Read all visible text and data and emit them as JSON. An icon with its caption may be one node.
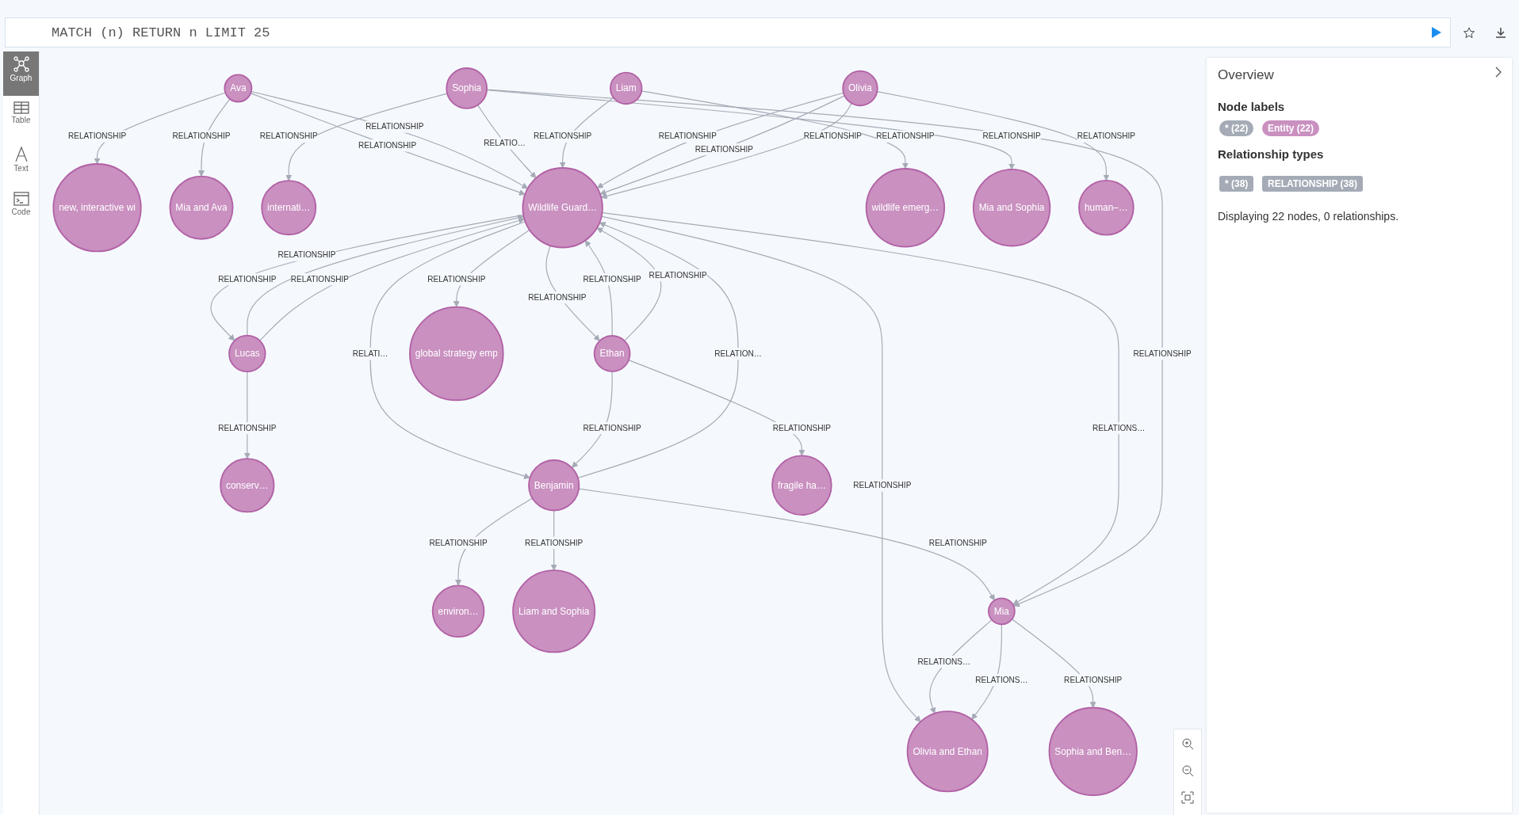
{
  "diagram": {
    "nodes": [
      {
        "text": [
          "new, interactive wi"
        ]
      },
      {
        "text": [
          "conserv…"
        ]
      },
      {
        "text": [
          "environ…"
        ]
      },
      {
        "text": [
          "Ava"
        ]
      },
      {
        "text": [
          "Mia and Ava"
        ]
      },
      {
        "text": [
          "Lucas"
        ]
      },
      {
        "text": [
          "Benjamin"
        ]
      },
      {
        "text": [
          "Liam and Sophia"
        ]
      },
      {
        "text": [
          "internati…"
        ]
      },
      {
        "text": [
          "Olivia and Ethan"
        ]
      },
      {
        "text": [
          "Wildlife Guard…"
        ]
      },
      {
        "text": [
          "Sophia"
        ]
      },
      {
        "text": [
          "Liam"
        ]
      },
      {
        "text": [
          "wildlife emerg…"
        ]
      },
      {
        "text": [
          "Mia"
        ]
      },
      {
        "text": [
          "Ethan"
        ]
      },
      {
        "text": [
          "Mia and Sophia"
        ]
      },
      {
        "text": [
          "global strategy emp"
        ]
      },
      {
        "text": [
          "Sophia and Ben…"
        ]
      },
      {
        "text": [
          "Olivia"
        ]
      },
      {
        "text": [
          "fragile ha…"
        ]
      },
      {
        "text": [
          "human–…"
        ]
      }
    ],
    "edges": [
      {
        "from": 3,
        "to": 0,
        "arrow": "to",
        "label": "RELATIONSHIP"
      },
      {
        "from": 5,
        "to": 1,
        "arrow": "to",
        "label": "RELATIONSHIP"
      },
      {
        "from": 3,
        "to": 4,
        "arrow": "to",
        "label": "RELATIONSHIP"
      },
      {
        "from": 6,
        "to": 2,
        "arrow": "to",
        "label": "RELATIONSHIP"
      },
      {
        "from": 3,
        "to": 10,
        "arrow": "to",
        "label": "RELATIONSHIP"
      },
      {
        "from": 3,
        "to": 10,
        "arrow": "to",
        "label": "RELATIONSHIP"
      },
      {
        "from": 10,
        "to": 5,
        "arrow": "to",
        "label": "RELATIONSHIP"
      },
      {
        "from": 5,
        "to": 10,
        "arrow": "to",
        "label": "RELATIONSHIP"
      },
      {
        "from": 5,
        "to": 10,
        "arrow": "to",
        "label": "RELATIONSHIP"
      },
      {
        "from": 6,
        "to": 7,
        "arrow": "to",
        "label": "RELATIONSHIP"
      },
      {
        "from": 6,
        "to": 10,
        "arrow": "to",
        "label": "RELATION…"
      },
      {
        "from": 10,
        "to": 6,
        "arrow": "to",
        "label": "RELATI…"
      },
      {
        "from": 6,
        "to": 14,
        "arrow": "to",
        "label": "RELATIONSHIP"
      },
      {
        "from": 11,
        "to": 8,
        "arrow": "to",
        "label": "RELATIONSHIP"
      },
      {
        "from": 10,
        "to": 9,
        "arrow": "to",
        "label": "RELATIONSHIP"
      },
      {
        "from": 14,
        "to": 9,
        "arrow": "to",
        "label": "RELATIONS…"
      },
      {
        "from": 14,
        "to": 9,
        "arrow": "to",
        "label": "RELATIONS…"
      },
      {
        "from": 11,
        "to": 10,
        "arrow": "to",
        "label": "RELATIO…"
      },
      {
        "from": 12,
        "to": 10,
        "arrow": "to",
        "label": "RELATIONSHIP"
      },
      {
        "from": 12,
        "to": 13,
        "arrow": "to",
        "label": "RELATIONSHIP"
      },
      {
        "from": 10,
        "to": 14,
        "arrow": "to",
        "label": "RELATIONS…"
      },
      {
        "from": 11,
        "to": 14,
        "arrow": "to",
        "label": "RELATIONSHIP"
      },
      {
        "from": 15,
        "to": 10,
        "arrow": "to",
        "label": "RELATIONSHIP"
      },
      {
        "from": 15,
        "to": 10,
        "arrow": "to",
        "label": "RELATIONSHIP"
      },
      {
        "from": 10,
        "to": 15,
        "arrow": "to",
        "label": "RELATIONSHIP"
      },
      {
        "from": 11,
        "to": 16,
        "arrow": "to",
        "label": "RELATIONSHIP"
      },
      {
        "from": 10,
        "to": 17,
        "arrow": "to",
        "label": "RELATIONSHIP"
      },
      {
        "from": 14,
        "to": 18,
        "arrow": "to",
        "label": "RELATIONSHIP"
      },
      {
        "from": 19,
        "to": 10,
        "arrow": "to",
        "label": "RELATIONSHIP"
      },
      {
        "from": 19,
        "to": 10,
        "arrow": "to",
        "label": "RELATIONSHIP"
      },
      {
        "from": 19,
        "to": 10,
        "arrow": "to",
        "label": "RELATIONSHIP"
      },
      {
        "from": 15,
        "to": 20,
        "arrow": "to",
        "label": "RELATIONSHIP"
      },
      {
        "from": 19,
        "to": 21,
        "arrow": "to",
        "label": "RELATIONSHIP"
      },
      {
        "from": 15,
        "to": 6,
        "arrow": "to",
        "label": "RELATIONSHIP"
      }
    ],
    "labels": [
      "MATCH (n) RETURN n LIMIT 25",
      "Graph",
      "Table",
      "Text",
      "Code",
      "Overview",
      "Node labels",
      "* (22)",
      "Entity (22)",
      "Relationship types",
      "* (38)",
      "RELATIONSHIP (38)",
      "Displaying 22 nodes, 0 relationships."
    ]
  }
}
